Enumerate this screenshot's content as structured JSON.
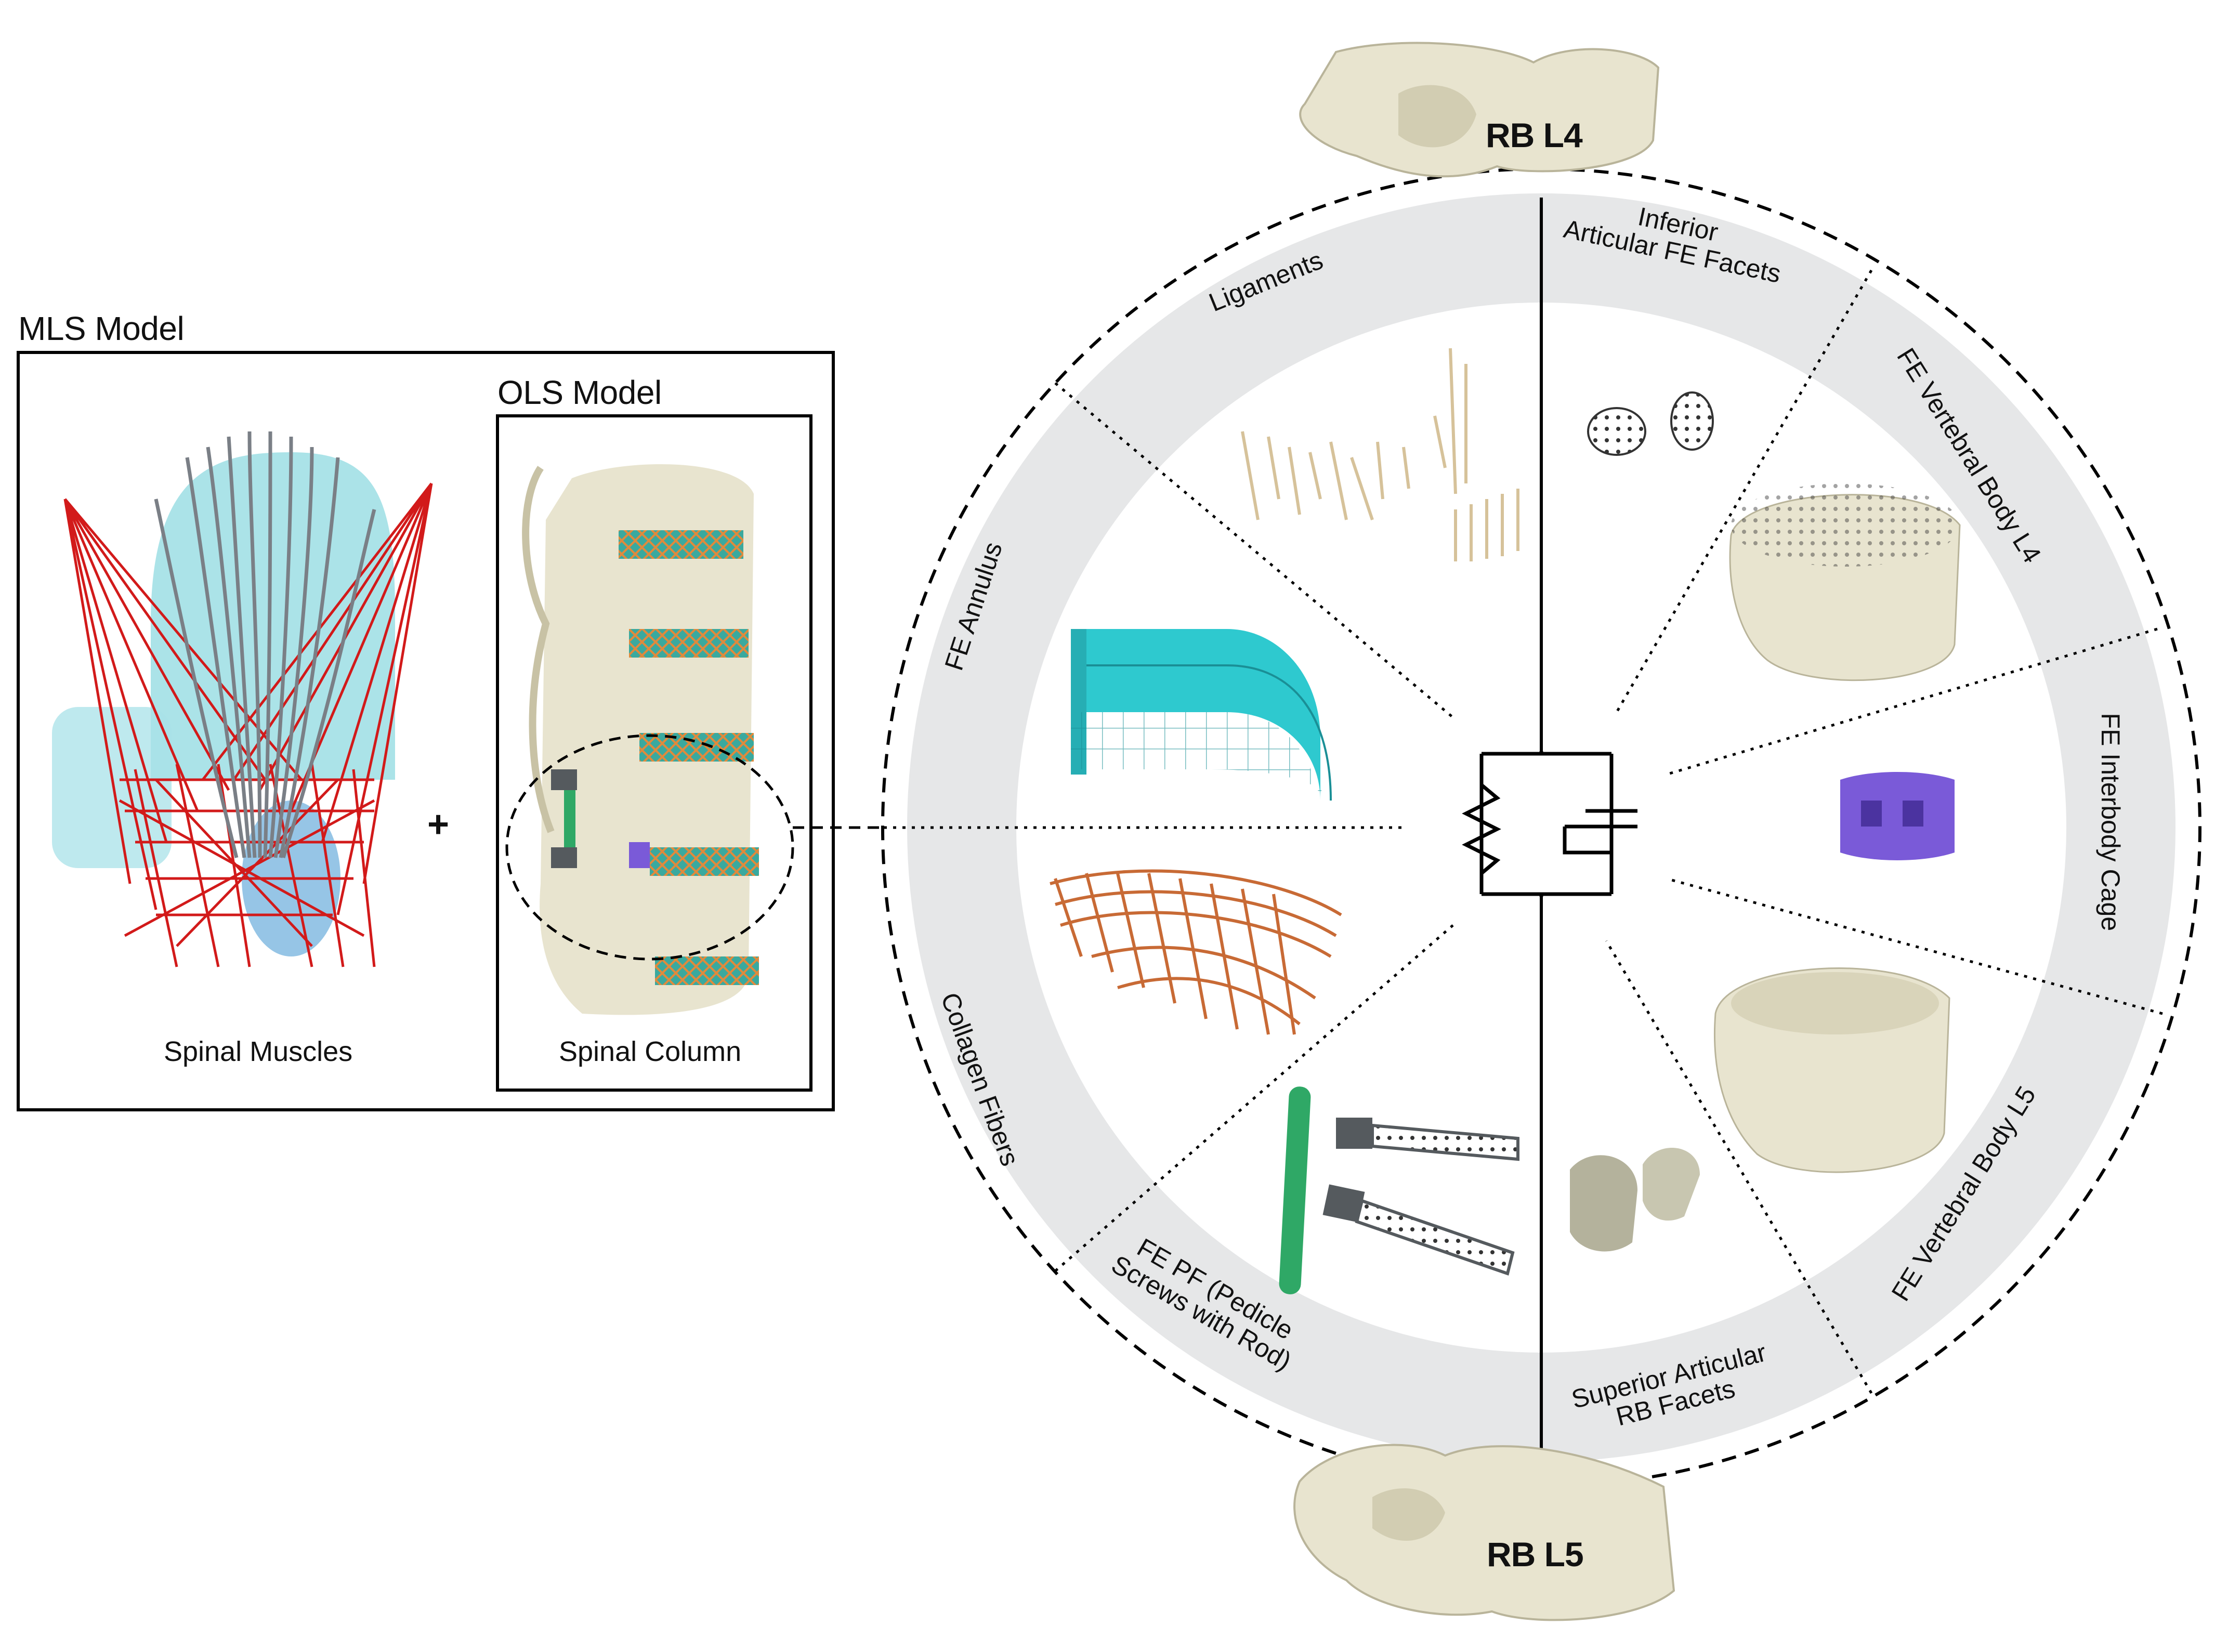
{
  "mls": {
    "title": "MLS Model",
    "caption": "Spinal Muscles",
    "plus": "+"
  },
  "ols": {
    "title": "OLS Model",
    "caption": "Spinal Column"
  },
  "rigid_bodies": {
    "top": "RB L4",
    "bottom": "RB L5"
  },
  "segments": {
    "ligaments": "Ligaments",
    "inferior_facets": [
      "Inferior",
      "Articular FE Facets"
    ],
    "vertebral_body_l4": "FE Vertebral Body L4",
    "interbody_cage": "FE Interbody Cage",
    "vertebral_body_l5": "FE Vertebral Body L5",
    "superior_facets": [
      "Superior Articular",
      "RB Facets"
    ],
    "pedicle_fixation": [
      "FE PF (Pedicle",
      "Screws with Rod)"
    ],
    "collagen_fibers": "Collagen Fibers",
    "annulus": "FE Annulus"
  },
  "colors": {
    "muscle_red": "#d21a1a",
    "abdomen_cyan": "#8fd9e0",
    "bone": "#e8e4cf",
    "annulus_teal": "#2ec9cf",
    "collagen_orange": "#c86a35",
    "cage_purple": "#7a5ad8",
    "rod_green": "#2fa866",
    "screw_grey": "#555a5e",
    "ring_grey": "#e6e7e8"
  }
}
